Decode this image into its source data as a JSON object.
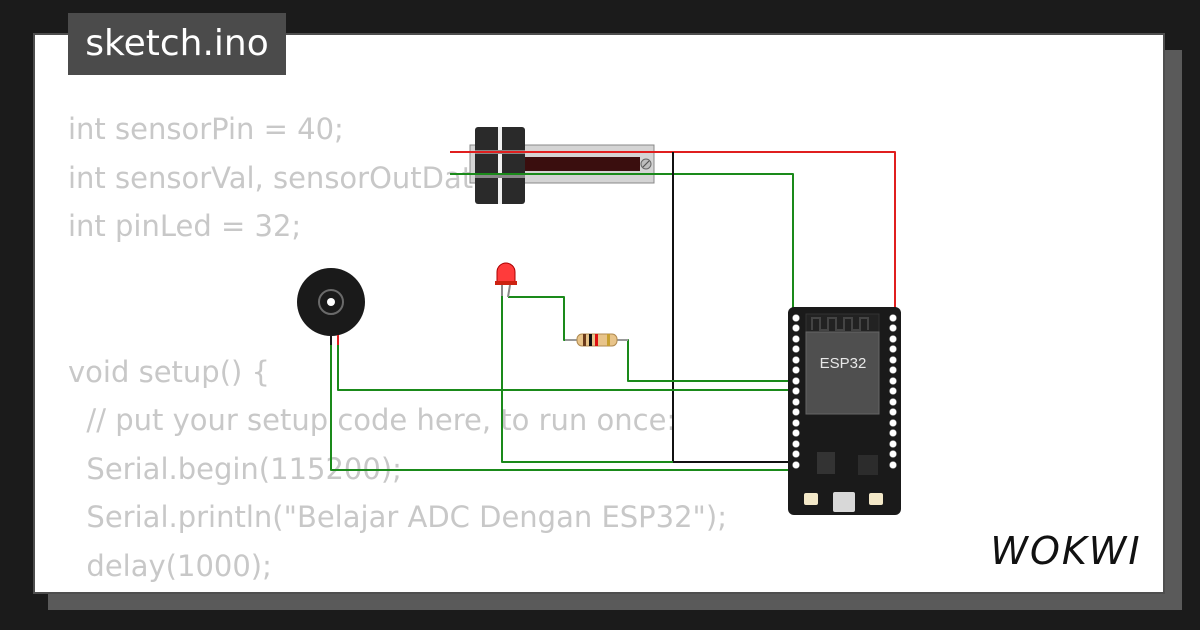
{
  "file_tab": {
    "name": "sketch.ino"
  },
  "code_lines": [
    "int sensorPin = 40;",
    "int sensorVal, sensorOutData;",
    "int pinLed = 32;",
    "",
    "",
    "void setup() {",
    "  // put your setup code here, to run once:",
    "  Serial.begin(115200);",
    "  Serial.println(\"Belajar ADC Dengan ESP32\");",
    "  delay(1000);",
    "}"
  ],
  "esp32": {
    "chip_label": "ESP32"
  },
  "brand": {
    "logo_text": "WOKWI"
  },
  "colors": {
    "background": "#1b1b1b",
    "card": "#ffffff",
    "code_text": "#c8c8c8",
    "wire_red": "#e01f1f",
    "wire_green": "#1a8a1a",
    "wire_black": "#111111",
    "board": "#1a1a1a"
  },
  "components": [
    "slide-potentiometer",
    "red-led",
    "resistor",
    "piezo-buzzer",
    "esp32-devkit"
  ]
}
